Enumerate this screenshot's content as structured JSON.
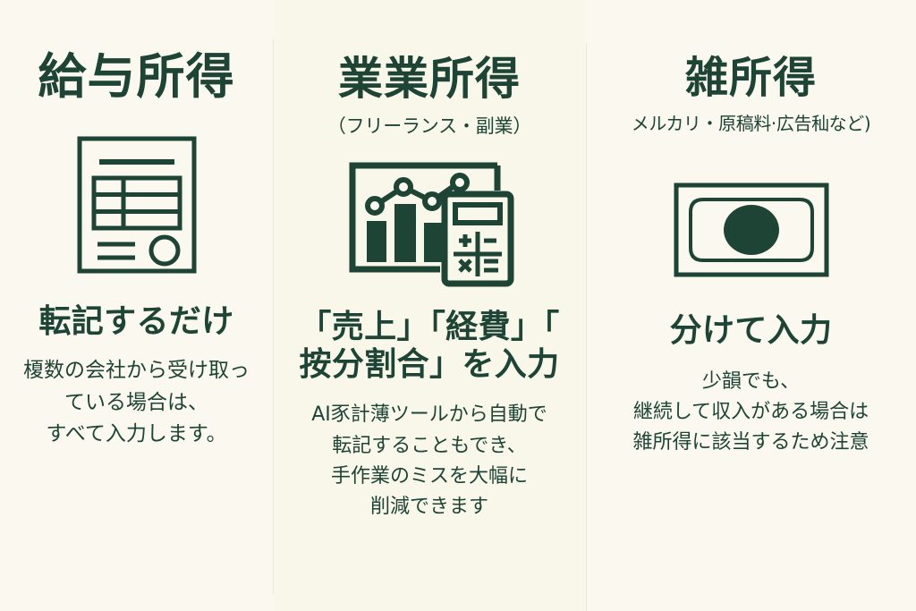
{
  "theme": {
    "background": "#faf8ef",
    "background_alt": "#f9f7ea",
    "ink": "#1d4435",
    "divider": "#ece6d2"
  },
  "columns": [
    {
      "id": "salary",
      "title": "給与所得",
      "subtitle": "",
      "icon": "document-table-seal-icon",
      "heading": "転記するだけ",
      "body_lines": [
        "榎数の会社から受け取っ",
        "ている場合は、",
        "すべて入力します。"
      ]
    },
    {
      "id": "business",
      "title": "業業所得",
      "subtitle": "（フリーランス・副業）",
      "icon": "chart-calculator-icon",
      "heading_lines": [
        "「売上」「経費」「",
        "按分割合」を入力"
      ],
      "body_lines": [
        "AI豕計薄ツールから自動で",
        "転記することもでき、",
        "手作業のミスを大幅に",
        "削減できます"
      ]
    },
    {
      "id": "misc",
      "title": "雑所得",
      "subtitle": "メルカリ・原稿料·広告秈など)",
      "icon": "banknote-icon",
      "heading": "分けて入力",
      "body_lines": [
        "少韻でも、",
        "継続して収入がある場合は",
        "雑所得に該当するため注意"
      ]
    }
  ]
}
